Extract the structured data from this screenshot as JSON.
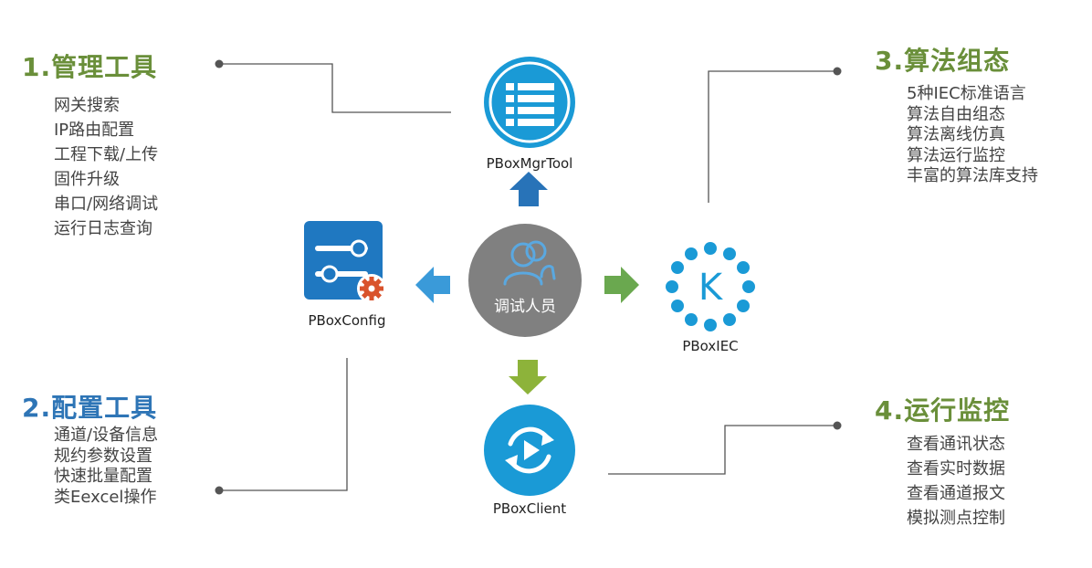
{
  "sections": {
    "management": {
      "title": "1.管理工具",
      "title_color": "#6a8f3a",
      "items": [
        "网关搜索",
        "IP路由配置",
        "工程下载/上传",
        "固件升级",
        "串口/网络调试",
        "运行日志查询"
      ]
    },
    "config": {
      "title": "2.配置工具",
      "title_color": "#2e75b6",
      "items": [
        "通道/设备信息",
        "规约参数设置",
        "快速批量配置",
        "类Eexcel操作"
      ]
    },
    "algorithm": {
      "title": "3.算法组态",
      "title_color": "#6a8f3a",
      "items": [
        "5种IEC标准语言",
        "算法自由组态",
        "算法离线仿真",
        "算法运行监控",
        "丰富的算法库支持"
      ]
    },
    "monitor": {
      "title": "4.运行监控",
      "title_color": "#6a8f3a",
      "items": [
        "查看通讯状态",
        "查看实时数据",
        "查看通道报文",
        "模拟测点控制"
      ]
    }
  },
  "nodes": {
    "center": {
      "label": "调试人员",
      "icon": "users-icon",
      "color": "#808080"
    },
    "mgrtool": {
      "label": "PBoxMgrTool",
      "icon": "list-icon",
      "color": "#1a9ad6"
    },
    "config": {
      "label": "PBoxConfig",
      "icon": "sliders-gear-icon",
      "color": "#1f78c1"
    },
    "iec": {
      "label": "PBoxIEC",
      "icon": "k-dots-icon",
      "color": "#1a9ad6"
    },
    "client": {
      "label": "PBoxClient",
      "icon": "sync-play-icon",
      "color": "#1a9ad6"
    }
  },
  "arrows": {
    "up": "#2873b8",
    "left": "#3a9ad9",
    "right": "#6aa84f",
    "down": "#8db33a"
  }
}
